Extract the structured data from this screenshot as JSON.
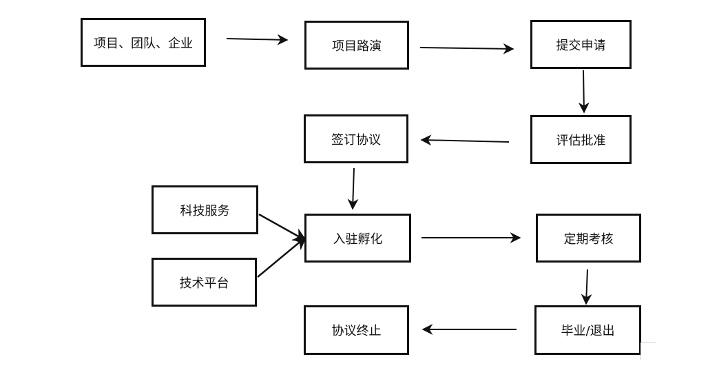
{
  "diagram": {
    "nodes": {
      "start": "项目、团队、企业",
      "roadshow": "项目路演",
      "submit": "提交申请",
      "evaluate": "评估批准",
      "sign": "签订协议",
      "incubate": "入驻孵化",
      "tech_service": "科技服务",
      "tech_platform": "技术平台",
      "review": "定期考核",
      "graduate": "毕业/退出",
      "end": "协议终止"
    },
    "colors": {
      "stroke": "#111111",
      "background": "#ffffff"
    }
  }
}
